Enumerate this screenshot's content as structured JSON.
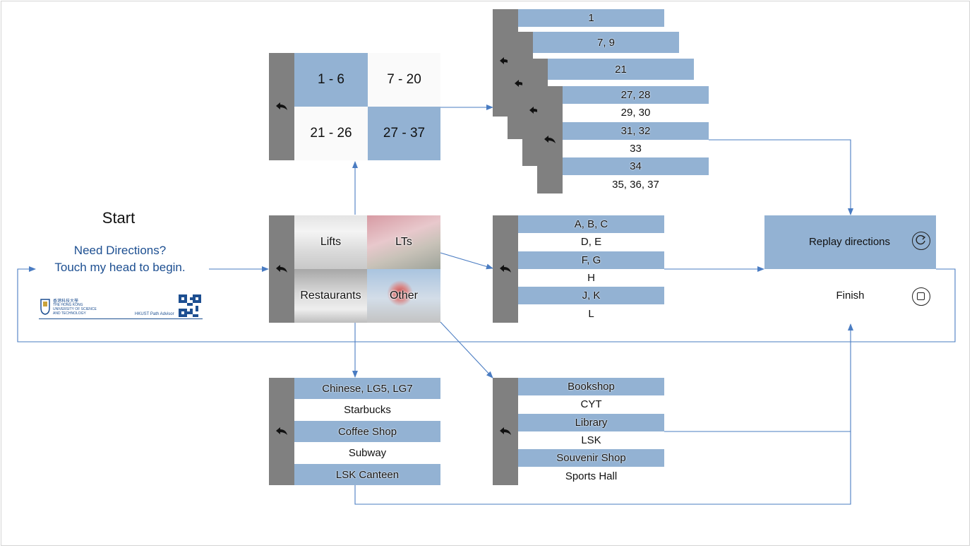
{
  "start": {
    "title": "Start",
    "line1": "Need Directions?",
    "line2": "Touch my head to begin."
  },
  "logo": {
    "chinese": "香港科技大學",
    "line1": "THE HONG KONG",
    "line2": "UNIVERSITY OF SCIENCE",
    "line3": "AND TECHNOLOGY",
    "product": "HKUST Path Advisor"
  },
  "main_menu": {
    "items": [
      {
        "label": "Lifts"
      },
      {
        "label": "LTs"
      },
      {
        "label": "Restaurants"
      },
      {
        "label": "Other"
      }
    ]
  },
  "lifts_menu": {
    "cells": [
      {
        "label": "1 - 6"
      },
      {
        "label": "7 - 20"
      },
      {
        "label": "21 - 26"
      },
      {
        "label": "27 - 37"
      }
    ]
  },
  "lift_stack": {
    "card1": "1",
    "card2": "7, 9",
    "card3": "21",
    "rows": [
      "27, 28",
      "29, 30",
      "31, 32",
      "33",
      "34",
      "35, 36, 37"
    ]
  },
  "lts_menu": {
    "rows": [
      "A, B, C",
      "D, E",
      "F, G",
      "H",
      "J, K",
      "L"
    ]
  },
  "restaurants_menu": {
    "rows": [
      "Chinese, LG5, LG7",
      "Starbucks",
      "Coffee Shop",
      "Subway",
      "LSK Canteen"
    ]
  },
  "other_menu": {
    "rows": [
      "Bookshop",
      "CYT",
      "Library",
      "LSK",
      "Souvenir Shop",
      "Sports Hall"
    ]
  },
  "end_panel": {
    "replay": "Replay directions",
    "finish": "Finish"
  },
  "colors": {
    "highlight": "#93b2d3",
    "back_bar": "#808080",
    "connector": "#4a7cc2",
    "start_text": "#1d4f91"
  },
  "icons": [
    "back-arrow-icon",
    "replay-icon",
    "stop-icon",
    "qr-code-icon",
    "university-crest-icon"
  ]
}
